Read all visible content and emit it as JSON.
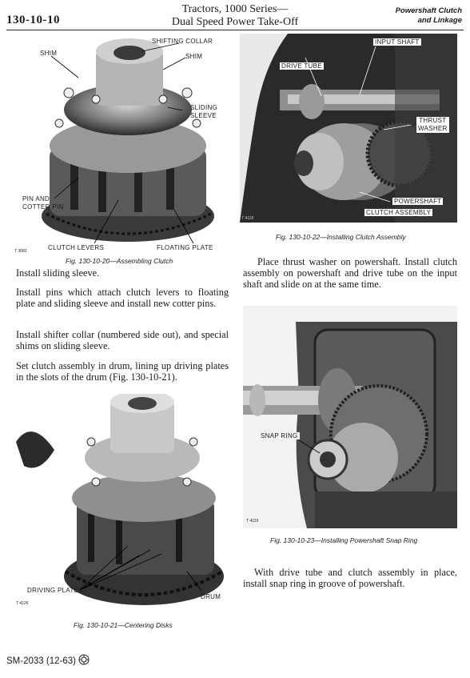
{
  "header": {
    "page_number": "130-10-10",
    "title_line1": "Tractors, 1000 Series—",
    "title_line2": "Dual Speed Power Take-Off",
    "section_line1": "Powershaft Clutch",
    "section_line2": "and Linkage"
  },
  "fig20": {
    "labels": {
      "shim_left": "SHIM",
      "shifting_collar": "SHIFTING COLLAR",
      "shim_right": "SHIM",
      "sliding_sleeve_1": "SLIDING",
      "sliding_sleeve_2": "SLEEVE",
      "pin_cotter_1": "PIN AND",
      "pin_cotter_2": "COTTER PIN",
      "clutch_levers": "CLUTCH LEVERS",
      "floating_plate": "FLOATING PLATE"
    },
    "photo_number": "T 3081",
    "caption": "Fig. 130-10-20—Assembling Clutch"
  },
  "fig21": {
    "labels": {
      "driving_plates": "DRIVING PLATES",
      "drum": "DRUM"
    },
    "photo_number": "T 4126",
    "caption": "Fig. 130-10-21—Centering Disks"
  },
  "fig22": {
    "labels": {
      "input_shaft": "INPUT SHAFT",
      "drive_tube": "DRIVE TUBE",
      "thrust_1": "THRUST",
      "thrust_2": "WASHER",
      "powershaft": "POWERSHAFT",
      "clutch_assembly": "CLUTCH ASSEMBLY"
    },
    "photo_number": "T 4118",
    "caption": "Fig. 130-10-22—Installing Clutch Assembly"
  },
  "fig23": {
    "labels": {
      "snap_ring": "SNAP RING"
    },
    "photo_number": "T 4119",
    "caption": "Fig. 130-10-23—Installing Powershaft Snap Ring"
  },
  "text": {
    "p1": "Install sliding sleeve.",
    "p2": "Install pins which attach clutch levers to floating plate and sliding sleeve and install new cotter pins.",
    "p3": "Install shifter collar (numbered side out), and special shims on sliding sleeve.",
    "p4": "Set clutch assembly in drum, lining up driving plates in the slots of the drum (Fig. 130-10-21).",
    "p5": "Place thrust washer on powershaft. Install clutch assembly on powershaft and drive tube on the input shaft and slide on at the same time.",
    "p6": "With drive tube and clutch assembly in place, install snap ring in groove of powershaft."
  },
  "footer": {
    "code": "SM-2033",
    "date": "(12-63)"
  }
}
